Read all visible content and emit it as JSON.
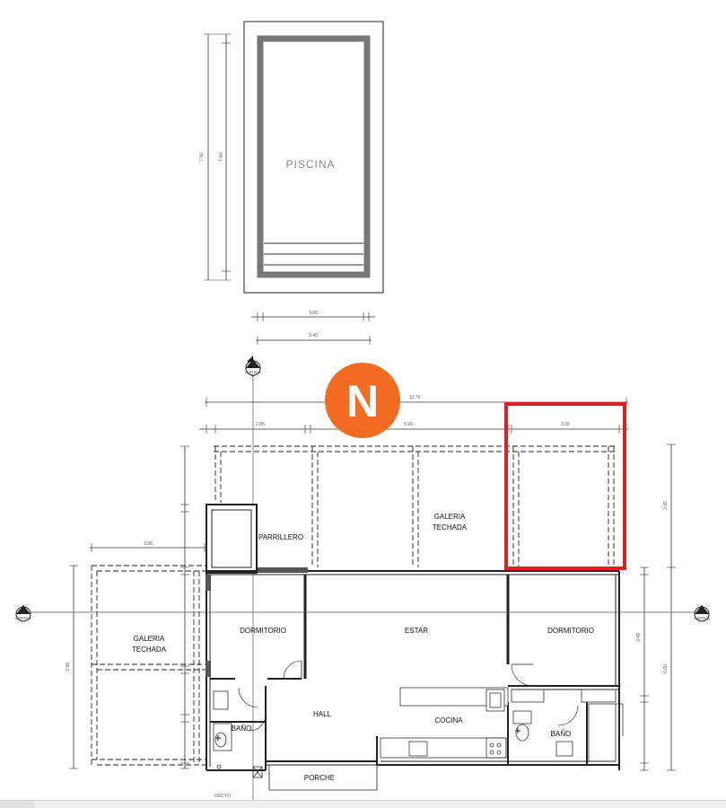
{
  "pool": {
    "label": "PISCINA",
    "dims": {
      "height_total": "7.40",
      "height_inner": "7.00",
      "width_inner": "3.00",
      "width_total": "3.40"
    }
  },
  "rooms": {
    "parrillero": "PARRILLERO",
    "galeria_top_line1": "GALERIA",
    "galeria_top_line2": "TECHADA",
    "galeria_left_line1": "GALERIA",
    "galeria_left_line2": "TECHADA",
    "dormitorio_left": "DORMITORIO",
    "estar": "ESTAR",
    "dormitorio_right": "DORMITORIO",
    "hall": "HALL",
    "cocina": "COCINA",
    "bano_left": "BAÑO",
    "bano_right": "BAÑO",
    "porche": "PORCHE",
    "ducto": "DUCTO"
  },
  "dims": {
    "total_width": "12.70",
    "seg_parrillero": "2.85",
    "seg_galeria": "5.99",
    "seg_right": "3.30",
    "left_galeria_width": "3.38",
    "left_height": "3.98",
    "right_height_top": "3.65",
    "right_height_bottom": "6.00",
    "dorm_height": "3.40"
  },
  "section_marks": {
    "corte_b": "CORTE B",
    "corte_a": "CORTE A"
  },
  "logo": {
    "letter": "N",
    "color": "#F26B22"
  },
  "highlight": {
    "color": "#D9202B"
  }
}
